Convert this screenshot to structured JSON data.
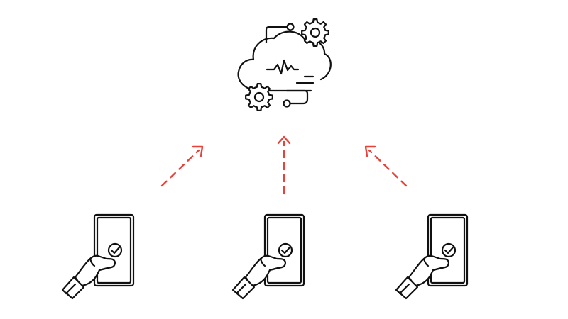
{
  "diagram": {
    "colors": {
      "ink": "#111111",
      "arrow": "#e8413a",
      "background": "#ffffff"
    },
    "nodes": {
      "cloud": {
        "icon": "cloud-settings-icon"
      },
      "devices": [
        {
          "icon": "hand-phone-check-icon"
        },
        {
          "icon": "hand-phone-check-icon"
        },
        {
          "icon": "hand-phone-check-icon"
        }
      ]
    },
    "arrows": [
      {
        "from": "device-1",
        "to": "cloud",
        "style": "dashed"
      },
      {
        "from": "device-2",
        "to": "cloud",
        "style": "dashed"
      },
      {
        "from": "device-3",
        "to": "cloud",
        "style": "dashed"
      }
    ]
  }
}
